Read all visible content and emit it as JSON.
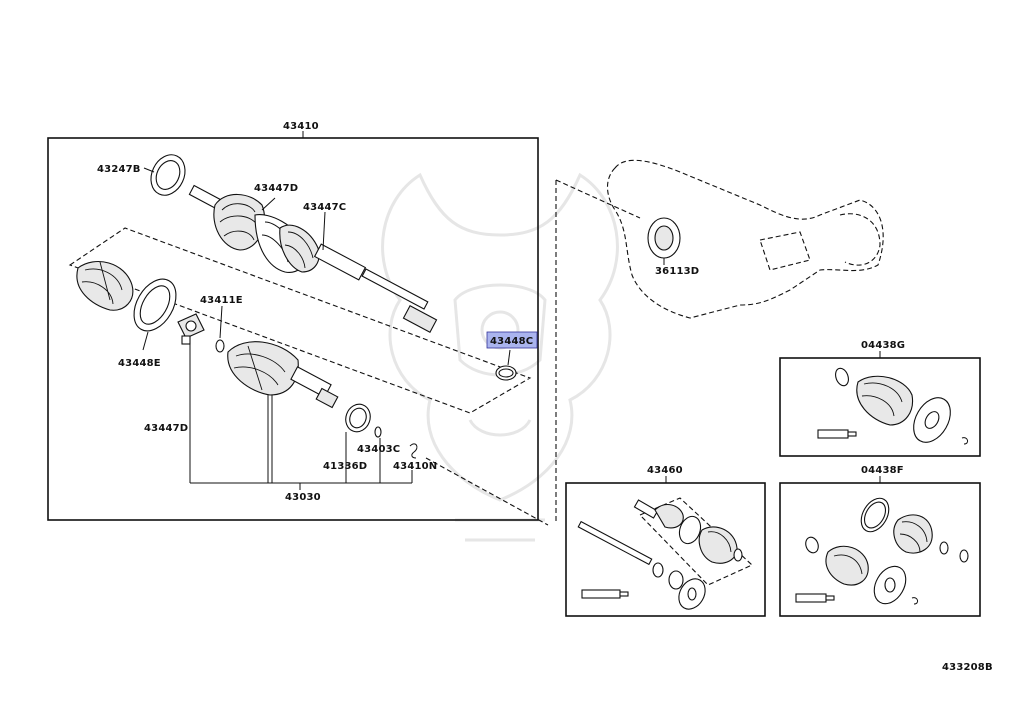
{
  "diagram_code": "433208B",
  "highlight_color": "#aab4ee",
  "labels": {
    "assembly_main": "43410",
    "ring_43247B": "43247B",
    "joint_43447D_top": "43447D",
    "joint_43447C": "43447C",
    "snap_43411E": "43411E",
    "clamp_43448C": "43448C",
    "boot_43448E": "43448E",
    "joint_43447D_lower": "43447D",
    "clip_43403C": "43403C",
    "seal_41336D": "41336D",
    "ring_43410N": "43410N",
    "subassy_43030": "43030",
    "bearing_36113D": "36113D",
    "kit_04438G": "04438G",
    "kit_43460": "43460",
    "kit_04438F": "04438F"
  }
}
